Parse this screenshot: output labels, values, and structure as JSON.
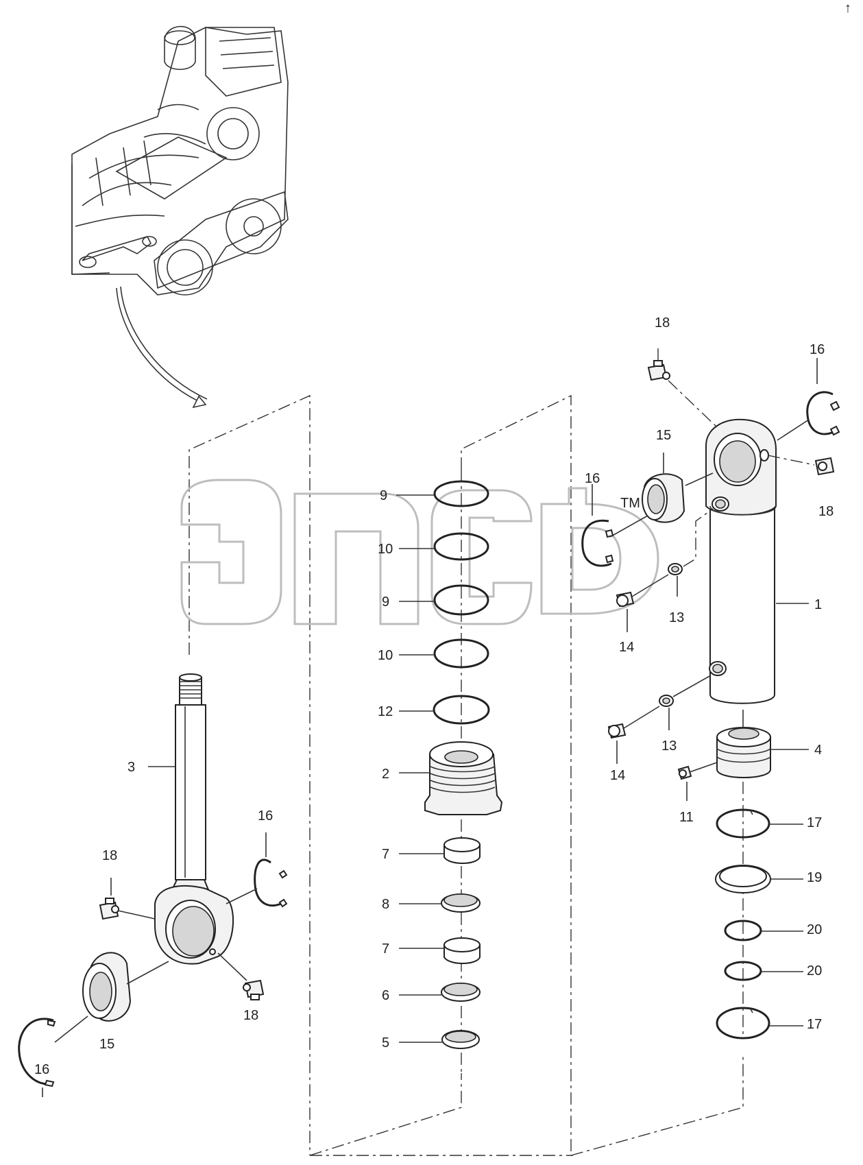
{
  "corner_mark": "↑",
  "watermark": {
    "brand": "ЭЛЕС",
    "tm": "TM"
  },
  "callouts": {
    "c1": "1",
    "c2": "2",
    "c3": "3",
    "c4": "4",
    "c5": "5",
    "c6": "6",
    "c7a": "7",
    "c7b": "7",
    "c8": "8",
    "c9a": "9",
    "c9b": "9",
    "c10a": "10",
    "c10b": "10",
    "c11": "11",
    "c12": "12",
    "c13a": "13",
    "c13b": "13",
    "c14a": "14",
    "c14b": "14",
    "c15a": "15",
    "c15b": "15",
    "c16a": "16",
    "c16b": "16",
    "c16c": "16",
    "c16d": "16",
    "c17a": "17",
    "c17b": "17",
    "c18a": "18",
    "c18b": "18",
    "c18c": "18",
    "c18d": "18",
    "c19": "19",
    "c20a": "20",
    "c20b": "20"
  },
  "colors": {
    "line": "#333333",
    "watermark": "#bdbdbd"
  }
}
